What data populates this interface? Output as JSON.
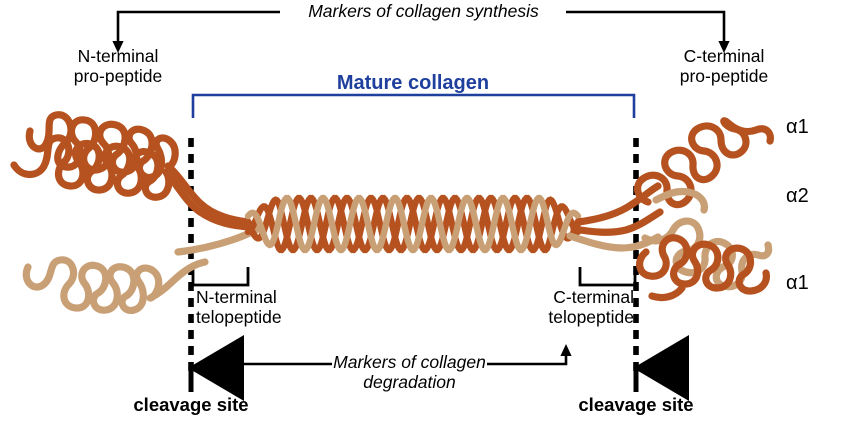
{
  "figure": {
    "title_top": "Markers of collagen synthesis",
    "title_bottom": "Markers of collagen degradation",
    "background_color": "#ffffff"
  },
  "colors": {
    "alpha1_chain": "#b5521f",
    "alpha2_chain": "#c9a076",
    "mature_collagen_accent": "#1f3f9e",
    "line_black": "#000000"
  },
  "labels": {
    "n_terminal_propeptide": "N-terminal\npro-peptide",
    "c_terminal_propeptide": "C-terminal\npro-peptide",
    "mature_collagen": "Mature collagen",
    "n_terminal_telopeptide": "N-terminal\ntelopeptide",
    "c_terminal_telopeptide": "C-terminal\ntelopeptide",
    "cleavage_site_left": "cleavage site",
    "cleavage_site_right": "cleavage site",
    "markers_synthesis": "Markers of collagen synthesis",
    "markers_degradation": "Markers of collagen degradation"
  },
  "chains": [
    {
      "name": "alpha1-top",
      "label": "α1",
      "color": "#b5521f"
    },
    {
      "name": "alpha2-middle",
      "label": "α2",
      "color": "#c9a076"
    },
    {
      "name": "alpha1-bottom",
      "label": "α1",
      "color": "#b5521f"
    }
  ],
  "chain_labels": {
    "top": "α1",
    "middle": "α2",
    "bottom": "α1"
  }
}
